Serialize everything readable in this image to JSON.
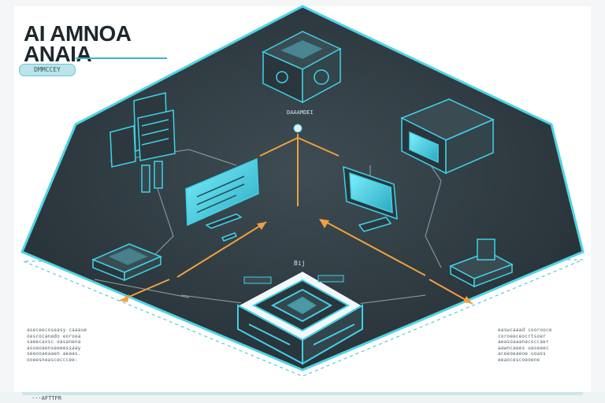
{
  "header": {
    "title_line1": "A​I AMNOA",
    "title_line2": "ANAIA",
    "badge": "DMMCCEY"
  },
  "diagram": {
    "top_label": "Bij",
    "server_label": "DAAAMDEI",
    "hub_label": "Bij"
  },
  "left_text": [
    "aseceecoseasy caaaue",
    "oescocanedo eoroea",
    "saeecaxsc oasanena",
    "asoaoaenseeeessaay",
    "seeooaeaaen aeaas.",
    "ooeesneascecccee:"
  ],
  "right_text": [
    "easwcaaad coorooce",
    "coroeeceocrtsoer",
    "aeasoaaanacoccaer",
    "aawncaees uaseeec",
    "aceeoeaeoe uoass",
    "eeaocescoeoene"
  ],
  "footer": {
    "text": "···AFTTFR"
  },
  "colors": {
    "accent": "#3fd2e8",
    "arrow": "#f0a040",
    "platform": "#2f3c43"
  }
}
